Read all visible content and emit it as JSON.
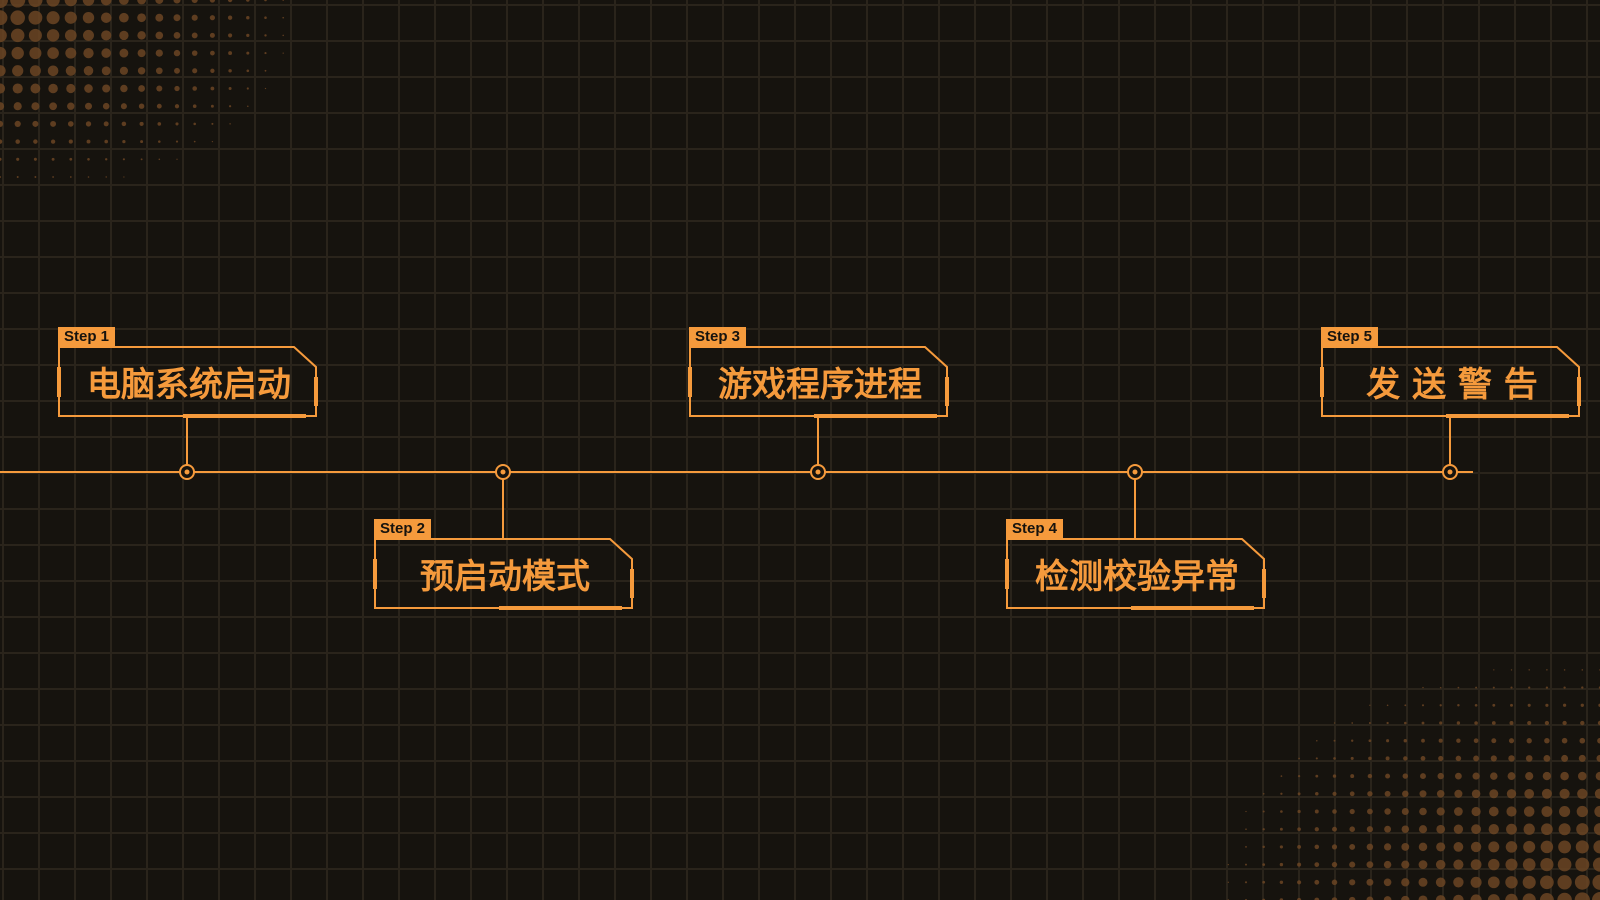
{
  "colors": {
    "accent": "#f59a3c",
    "background": "#16130e",
    "grid": "#2a241b",
    "halftone": "#6b4524"
  },
  "steps": [
    {
      "tag": "Step 1",
      "title": "电脑系统启动",
      "position": "top"
    },
    {
      "tag": "Step 2",
      "title": "预启动模式",
      "position": "bottom"
    },
    {
      "tag": "Step 3",
      "title": "游戏程序进程",
      "position": "top"
    },
    {
      "tag": "Step 4",
      "title": "检测校验异常",
      "position": "bottom"
    },
    {
      "tag": "Step 5",
      "title": "发 送 警 告",
      "position": "top"
    }
  ]
}
